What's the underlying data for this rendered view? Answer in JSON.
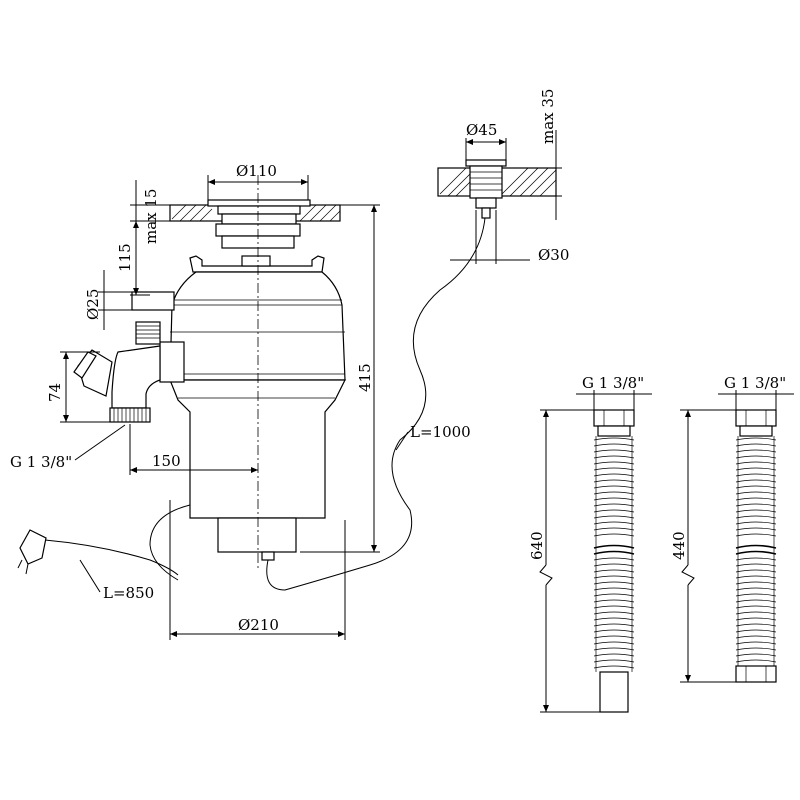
{
  "diagram": {
    "dimensions": {
      "sink_opening_diameter": "Ø110",
      "flange_thickness": "max 15",
      "inlet_height": "115",
      "dishwasher_inlet": "Ø25",
      "drain_height": "74",
      "drain_thread": "G 1 3/8\"",
      "drain_offset": "150",
      "body_height": "415",
      "body_diameter": "Ø210",
      "power_cable": "L=850",
      "switch_cable": "L=1000",
      "switch_diameter": "Ø45",
      "switch_max_thickness": "max 35",
      "switch_hole": "Ø30"
    },
    "hose_long": {
      "thread": "G 1 3/8\"",
      "length": "640"
    },
    "hose_short": {
      "thread": "G 1 3/8\"",
      "length": "440"
    }
  }
}
